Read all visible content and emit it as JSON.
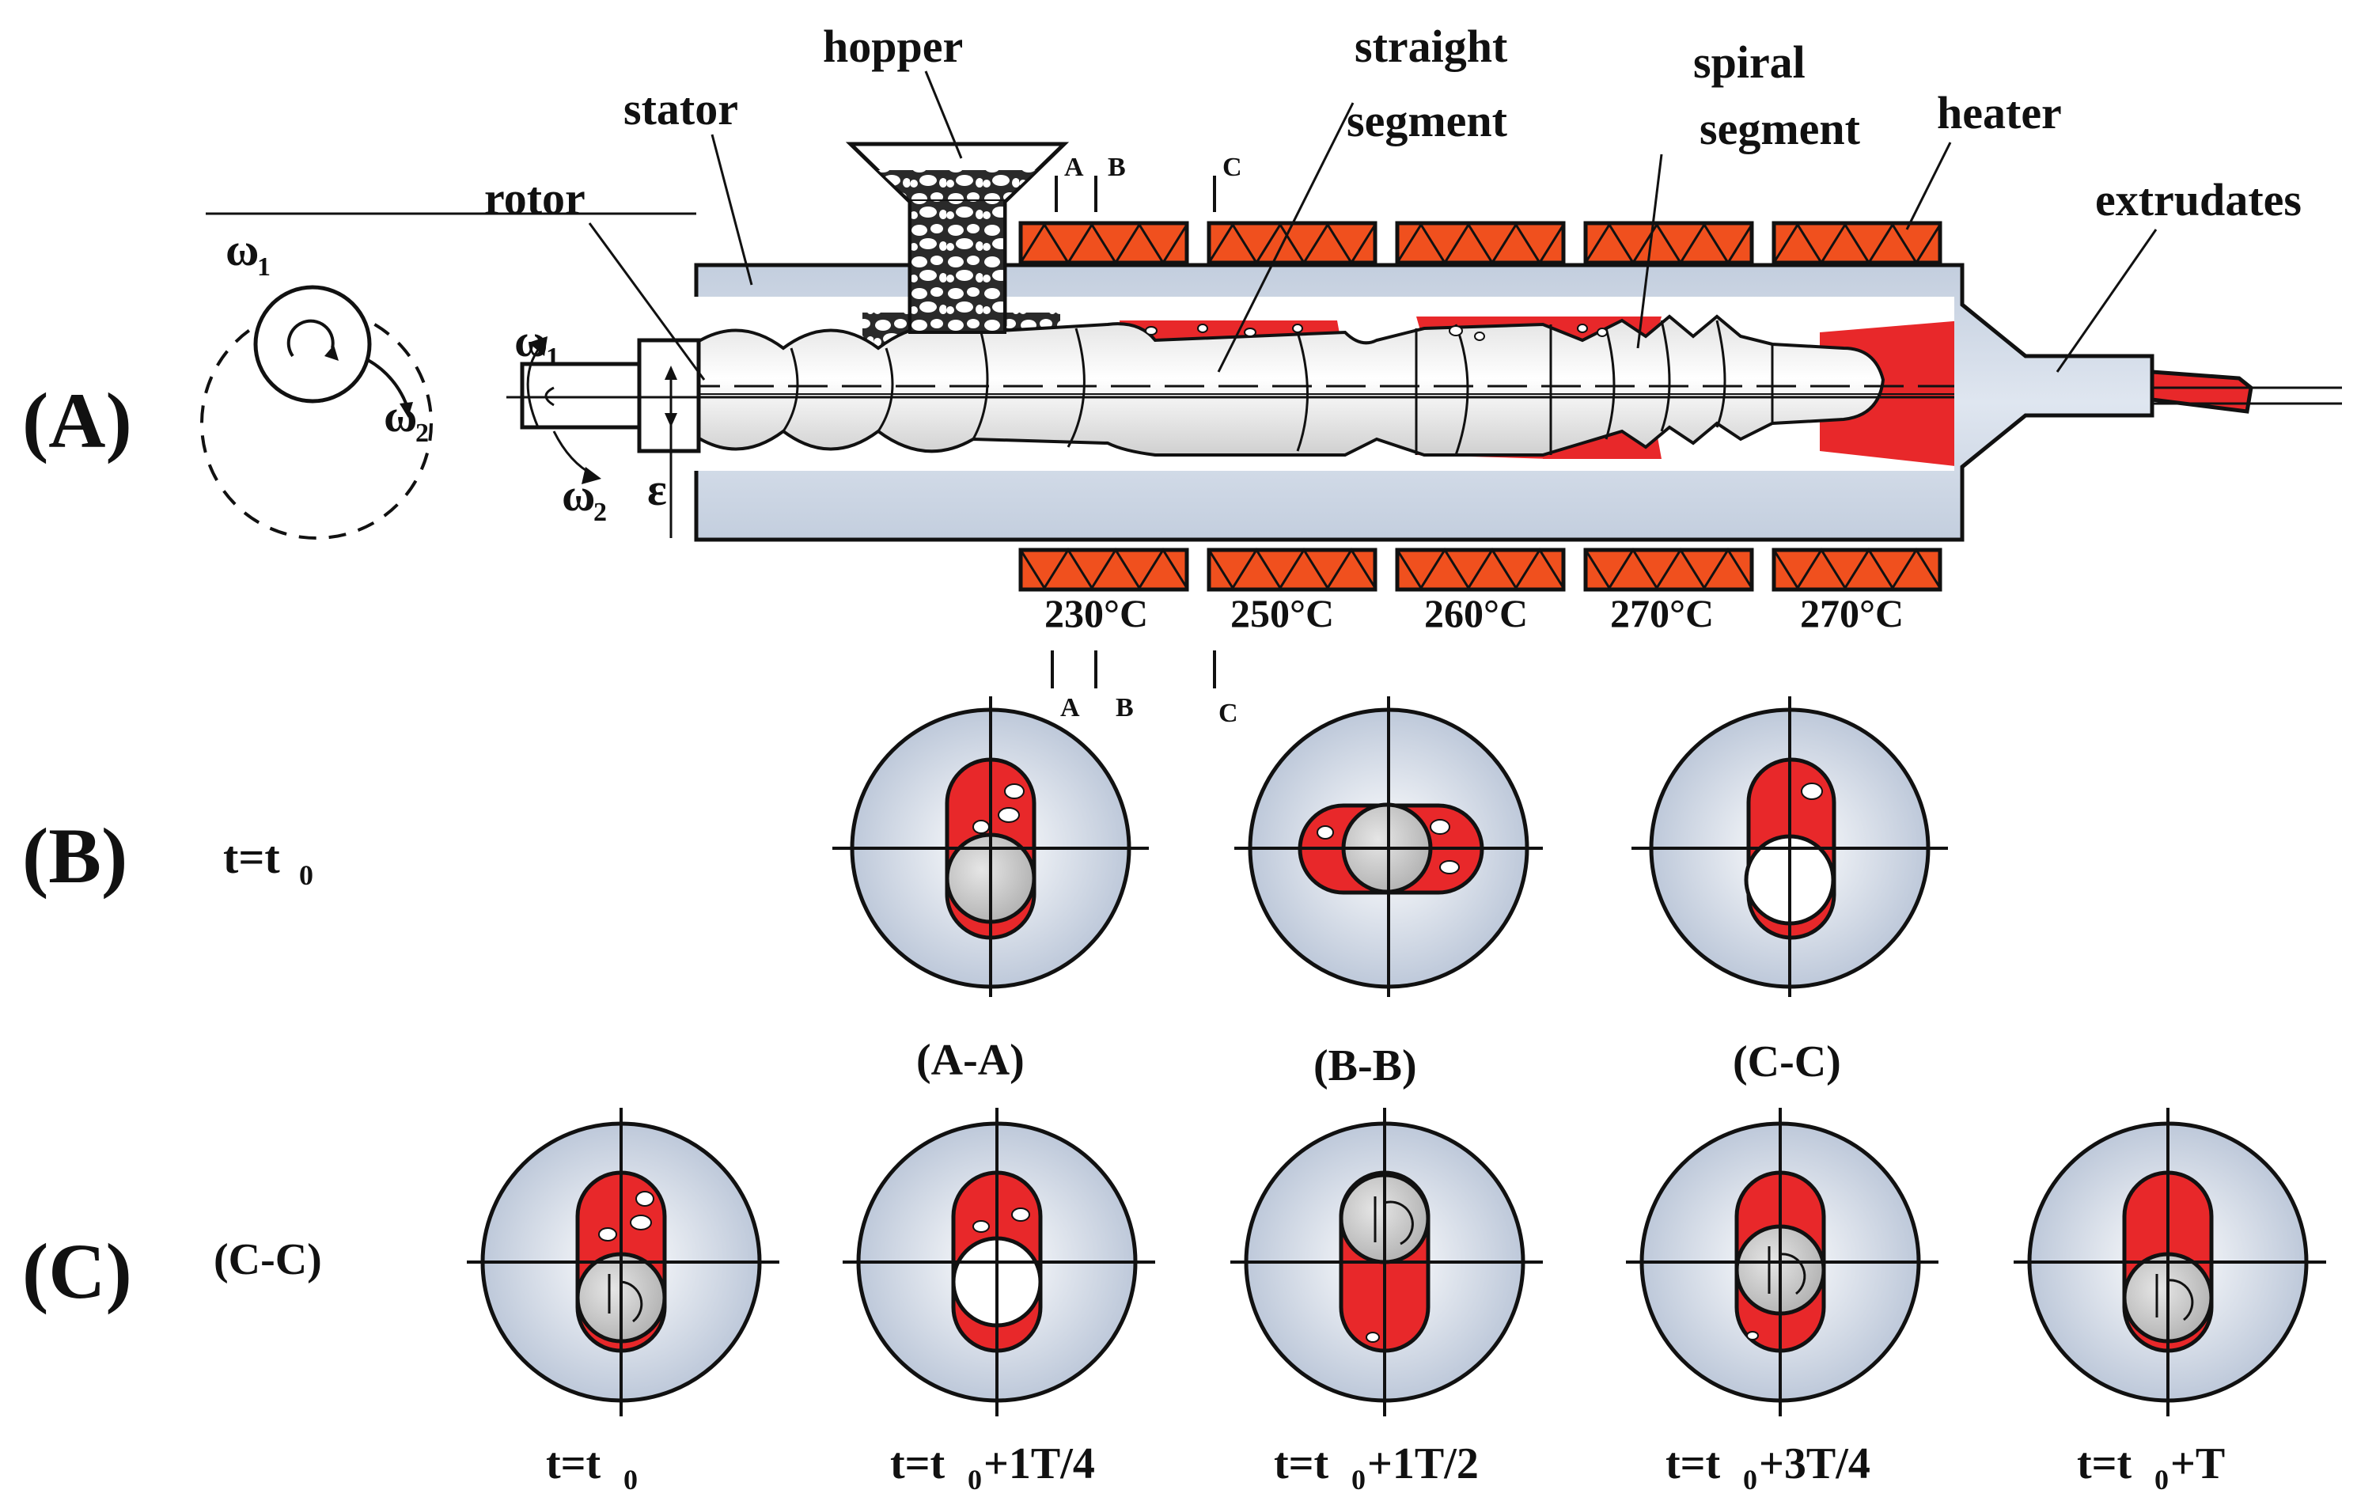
{
  "panels": {
    "a": "(A)",
    "b": "(B)",
    "c": "(C)"
  },
  "labels": {
    "hopper": "hopper",
    "stator": "stator",
    "rotor": "rotor",
    "straight_1": "straight",
    "straight_2": "segment",
    "spiral_1": "spiral",
    "spiral_2": "segment",
    "heater": "heater",
    "extrudates": "extrudates",
    "omega1": "ω",
    "omega1_sub": "1",
    "omega2": "ω",
    "omega2_sub": "2",
    "epsilon": "ε",
    "cut_a": "A",
    "cut_b": "B",
    "cut_c": "C"
  },
  "temperatures": [
    "230°C",
    "250°C",
    "260°C",
    "270°C",
    "270°C"
  ],
  "row_b": {
    "time_main": "t=t",
    "time_sub": "0",
    "sections": [
      "(A-A)",
      "(B-B)",
      "(C-C)"
    ]
  },
  "row_c": {
    "section": "(C-C)",
    "times": [
      {
        "main": "t=t",
        "sub": "0",
        "rest": ""
      },
      {
        "main": "t=t",
        "sub": "0",
        "rest": "+1T/4"
      },
      {
        "main": "t=t",
        "sub": "0",
        "rest": "+1T/2"
      },
      {
        "main": "t=t",
        "sub": "0",
        "rest": "+3T/4"
      },
      {
        "main": "t=t",
        "sub": "0",
        "rest": "+T"
      }
    ]
  },
  "colors": {
    "melt": "#e8282a",
    "heater": "#f0501e",
    "stator": "#c9d3e2",
    "rotor": "#c8c8c8"
  }
}
